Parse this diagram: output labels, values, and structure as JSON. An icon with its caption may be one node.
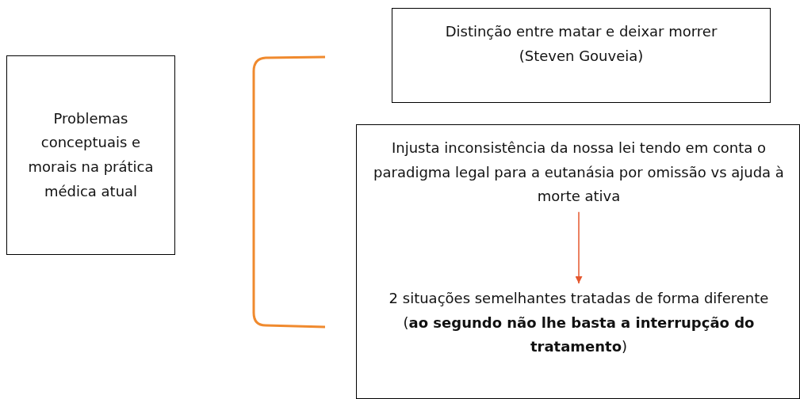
{
  "diagram": {
    "nodes": [
      {
        "text": [
          "Problemas conceptuais e morais na prática médica atual"
        ]
      },
      {
        "text": [
          "Distinção entre matar e deixar morrer (Steven Gouveia)"
        ]
      },
      {
        "text": [],
        "shape": "box"
      },
      {
        "text": [
          "Injusta inconsistência da nossa lei tendo em conta o paradigma legal para a eutanásia por omissão vs ajuda à morte ativa"
        ],
        "in": 2
      },
      {
        "text": [
          "2 situações semelhantes tratadas de forma diferente (**ao segundo não lhe basta a interrupção do tratamento**)"
        ],
        "in": 2
      }
    ],
    "edges": [
      {
        "from": 3,
        "to": 4,
        "arrow": "to",
        "color": "#e4572e"
      }
    ]
  }
}
